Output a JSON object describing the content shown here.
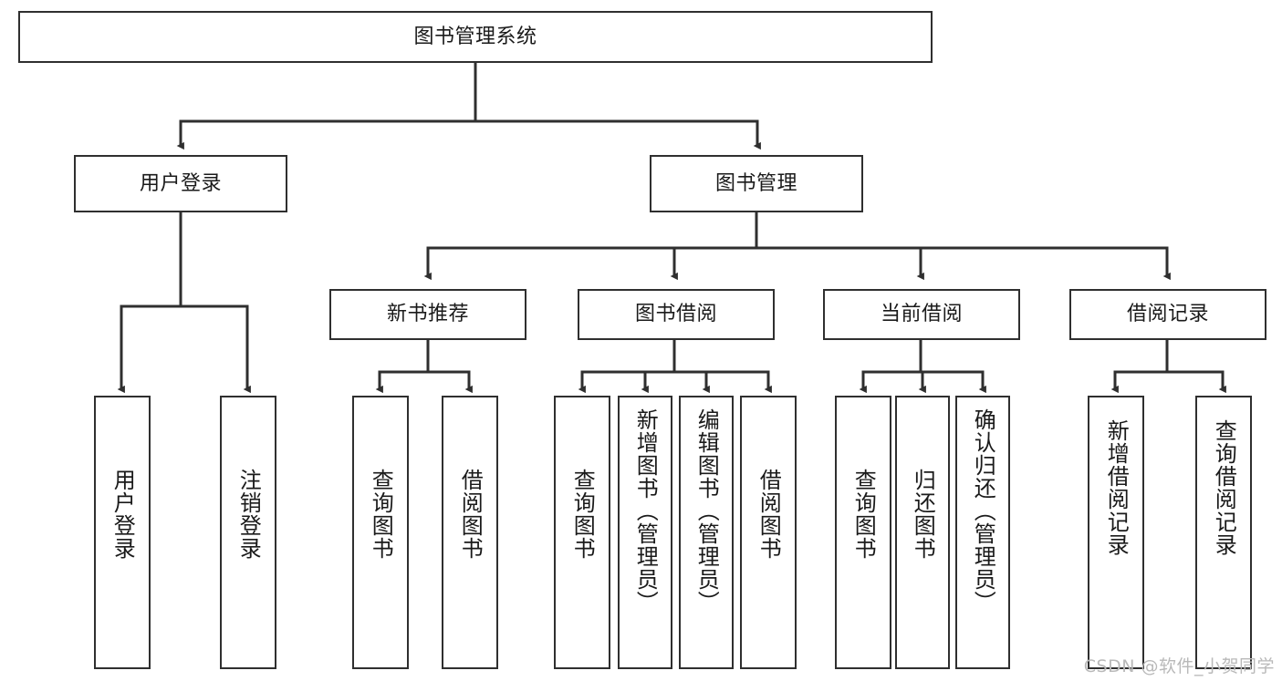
{
  "diagram": {
    "type": "hierarchy-tree",
    "title": "图书管理系统",
    "watermark": "CSDN @软件_小贺同学",
    "colors": {
      "stroke": "#2f2f2f",
      "fill": "#ffffff",
      "text": "#1a1a1a",
      "watermark": "#b9b9b9"
    },
    "nodes": {
      "root": {
        "label": "图书管理系统"
      },
      "level2": [
        {
          "id": "user-login",
          "label": "用户登录"
        },
        {
          "id": "book-manage",
          "label": "图书管理"
        }
      ],
      "level3": [
        {
          "id": "new-book-recommend",
          "label": "新书推荐"
        },
        {
          "id": "book-borrow",
          "label": "图书借阅"
        },
        {
          "id": "current-borrow",
          "label": "当前借阅"
        },
        {
          "id": "borrow-record",
          "label": "借阅记录"
        }
      ],
      "leaves": {
        "user-login": [
          {
            "id": "leaf-user-login",
            "label": "用户登录"
          },
          {
            "id": "leaf-logout",
            "label": "注销登录"
          }
        ],
        "new-book-recommend": [
          {
            "id": "leaf-query-book-1",
            "label": "查询图书"
          },
          {
            "id": "leaf-borrow-book-1",
            "label": "借阅图书"
          }
        ],
        "book-borrow": [
          {
            "id": "leaf-query-book-2",
            "label": "查询图书"
          },
          {
            "id": "leaf-add-book",
            "label": "新增图书（管理员）"
          },
          {
            "id": "leaf-edit-book",
            "label": "编辑图书（管理员）"
          },
          {
            "id": "leaf-borrow-book-2",
            "label": "借阅图书"
          }
        ],
        "current-borrow": [
          {
            "id": "leaf-query-book-3",
            "label": "查询图书"
          },
          {
            "id": "leaf-return-book",
            "label": "归还图书"
          },
          {
            "id": "leaf-confirm-return",
            "label": "确认归还（管理员）"
          }
        ],
        "borrow-record": [
          {
            "id": "leaf-add-record",
            "label": "新增借阅记录"
          },
          {
            "id": "leaf-query-record",
            "label": "查询借阅记录"
          }
        ]
      }
    }
  }
}
